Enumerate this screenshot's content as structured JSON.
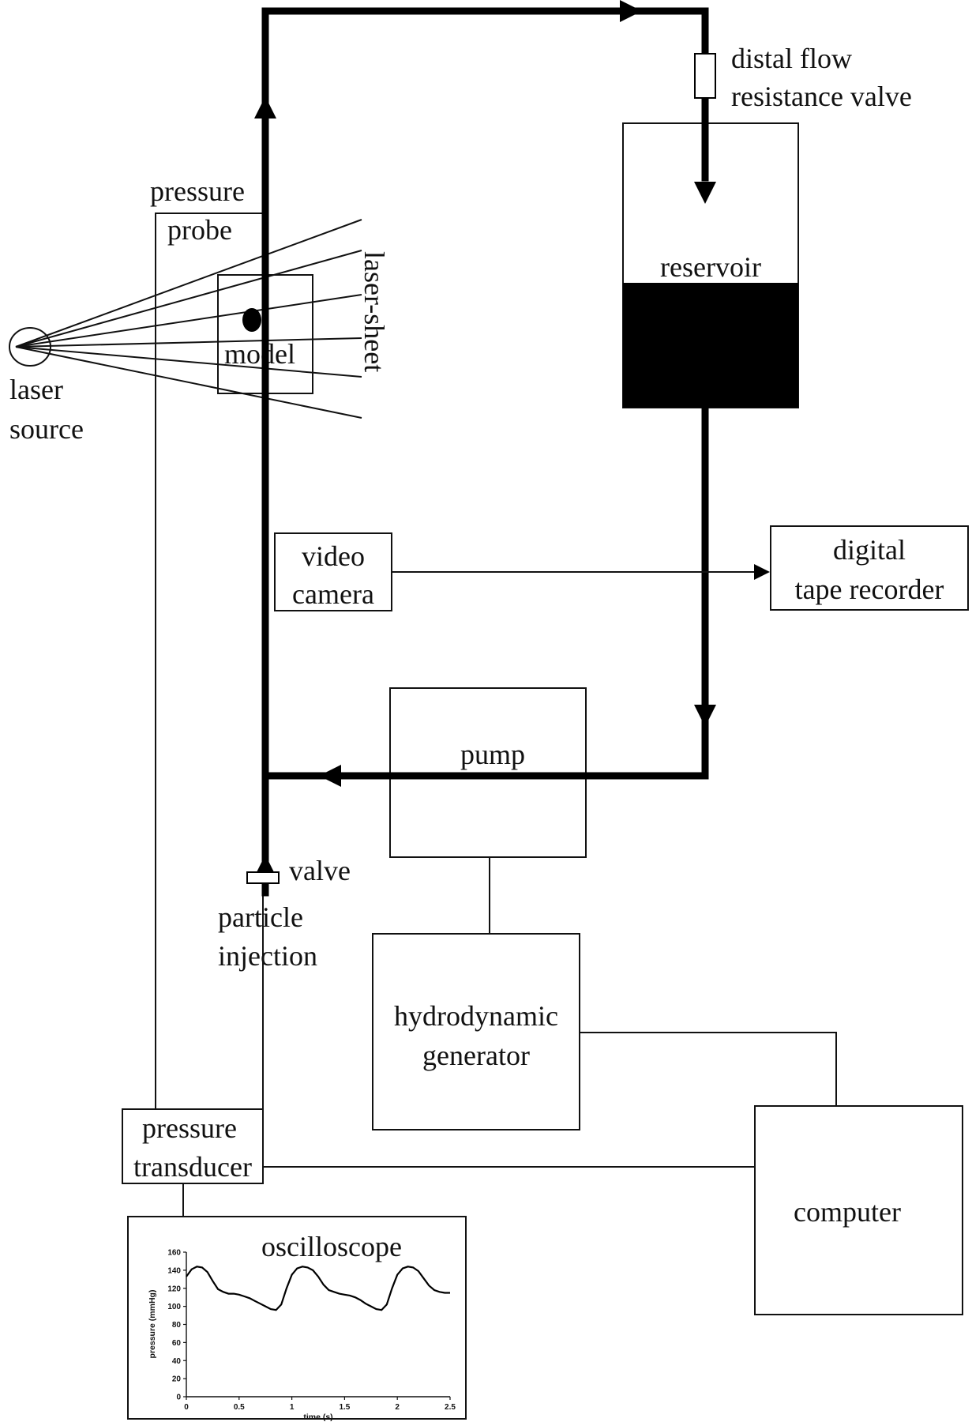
{
  "labels": {
    "distal_flow_line1": "distal flow",
    "distal_flow_line2": "resistance valve",
    "reservoir": "reservoir",
    "pressure_probe_line1": "pressure",
    "pressure_probe_line2": "probe",
    "laser_sheet": "laser-sheet",
    "model": "model",
    "laser_source_line1": "laser",
    "laser_source_line2": "source",
    "video_camera_line1": "video",
    "video_camera_line2": "camera",
    "digital_tape_line1": "digital",
    "digital_tape_line2": "tape recorder",
    "pump": "pump",
    "valve": "valve",
    "particle_injection_line1": "particle",
    "particle_injection_line2": "injection",
    "hydrodynamic_line1": "hydrodynamic",
    "hydrodynamic_line2": "generator",
    "pressure_transducer_line1": "pressure",
    "pressure_transducer_line2": "transducer",
    "computer": "computer",
    "oscilloscope": "oscilloscope"
  },
  "chart_data": {
    "type": "line",
    "xlabel": "time (s)",
    "ylabel": "pressure (mmHg)",
    "xlim": [
      0,
      2.5
    ],
    "ylim": [
      0,
      160
    ],
    "x_ticks": [
      "0",
      "0.5",
      "1",
      "1.5",
      "2",
      "2.5"
    ],
    "y_ticks": [
      "0",
      "20",
      "40",
      "60",
      "80",
      "100",
      "120",
      "140",
      "160"
    ],
    "grid": false,
    "series": [
      {
        "x": [
          0,
          0.05,
          0.1,
          0.15,
          0.2,
          0.25,
          0.3,
          0.35,
          0.4,
          0.45,
          0.5,
          0.55,
          0.6,
          0.65,
          0.7,
          0.75,
          0.8,
          0.85,
          0.9,
          0.95,
          1.0,
          1.05,
          1.1,
          1.15,
          1.2,
          1.25,
          1.3,
          1.35,
          1.4,
          1.45,
          1.5,
          1.55,
          1.6,
          1.65,
          1.7,
          1.75,
          1.8,
          1.85,
          1.9,
          1.95,
          2.0,
          2.05,
          2.1,
          2.15,
          2.2,
          2.25,
          2.3,
          2.35,
          2.4,
          2.45,
          2.5
        ],
        "y": [
          133,
          141,
          144,
          143,
          138,
          128,
          119,
          116,
          114,
          114,
          113,
          111,
          109,
          106,
          103,
          100,
          97,
          96,
          102,
          120,
          135,
          142,
          144,
          143,
          140,
          133,
          124,
          118,
          116,
          114,
          113,
          112,
          110,
          107,
          103,
          100,
          97,
          96,
          102,
          120,
          135,
          142,
          144,
          143,
          139,
          131,
          123,
          118,
          116,
          115,
          115
        ]
      }
    ]
  }
}
